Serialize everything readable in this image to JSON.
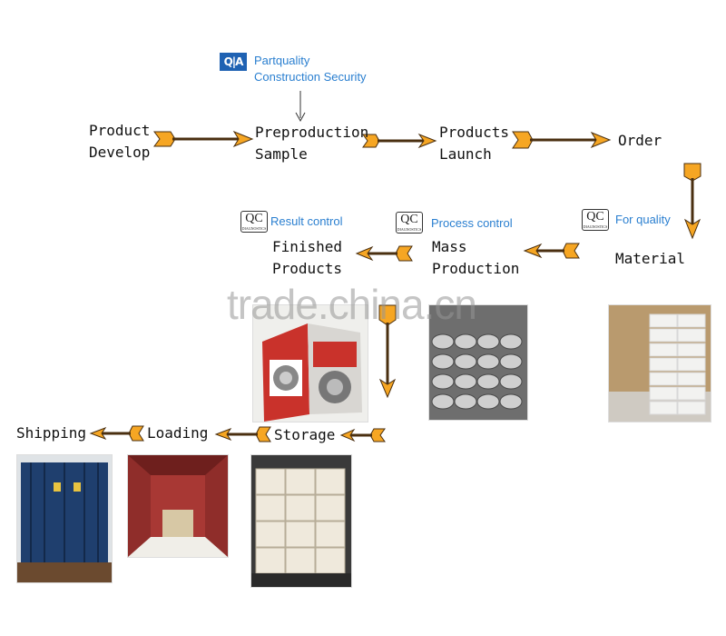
{
  "qa": {
    "logo": "Q|A",
    "lines": [
      "Partquality",
      "Construction Security"
    ]
  },
  "steps": {
    "product_develop": [
      "Product",
      "Develop"
    ],
    "preproduction_sample": [
      "Preproduction",
      "Sample"
    ],
    "products_launch": [
      "Products",
      "Launch"
    ],
    "order": [
      "Order"
    ],
    "material": [
      "Material"
    ],
    "mass_production": [
      "Mass",
      "Production"
    ],
    "finished_products": [
      "Finished",
      "Products"
    ],
    "storage": [
      "Storage"
    ],
    "loading": [
      "Loading"
    ],
    "shipping": [
      "Shipping"
    ]
  },
  "qc": {
    "badge_text": "QC",
    "badge_subtext": "DIAGNOSTICS",
    "for_quality": "For quality",
    "process_control": "Process control",
    "result_control": "Result control"
  },
  "watermark": "trade.china.cn",
  "colors": {
    "arrow_fill": "#f6a623",
    "arrow_stroke": "#4a2f10",
    "blue_text": "#2a7fd0"
  }
}
